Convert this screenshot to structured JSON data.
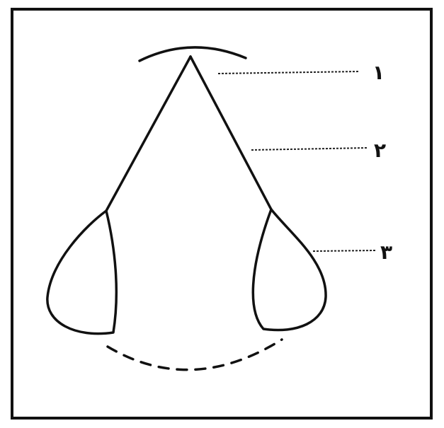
{
  "labels": {
    "label_1": "۱",
    "label_2": "۲",
    "label_3": "۳"
  },
  "colors": {
    "stroke": "#111111",
    "background": "#ffffff"
  }
}
